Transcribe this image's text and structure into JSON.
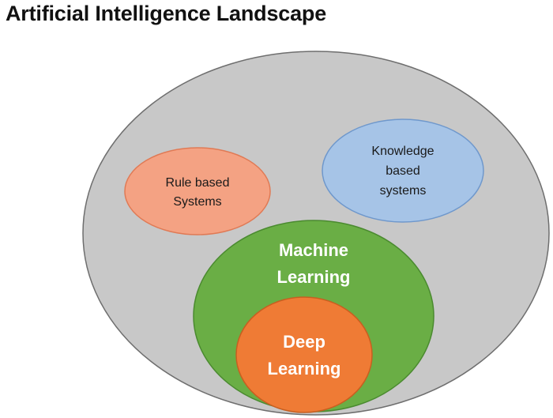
{
  "title": "Artificial Intelligence Landscape",
  "nodes": {
    "rule_based": {
      "lines": [
        "Rule based",
        "Systems"
      ],
      "fill": "#f4a283",
      "stroke": "#e07a55",
      "text_color": "#1a1a1a"
    },
    "knowledge_based": {
      "lines": [
        "Knowledge",
        "based",
        "systems"
      ],
      "fill": "#a6c4e7",
      "stroke": "#6f98cc",
      "text_color": "#1a1a1a"
    },
    "machine_learning": {
      "lines": [
        "Machine",
        "Learning"
      ],
      "fill": "#6aae45",
      "stroke": "#4a8a2f",
      "text_color": "#ffffff"
    },
    "deep_learning": {
      "lines": [
        "Deep",
        "Learning"
      ],
      "fill": "#ef7b35",
      "stroke": "#c85f20",
      "text_color": "#ffffff"
    }
  },
  "outer": {
    "fill": "#c8c8c8",
    "stroke": "#6e6e6e"
  }
}
